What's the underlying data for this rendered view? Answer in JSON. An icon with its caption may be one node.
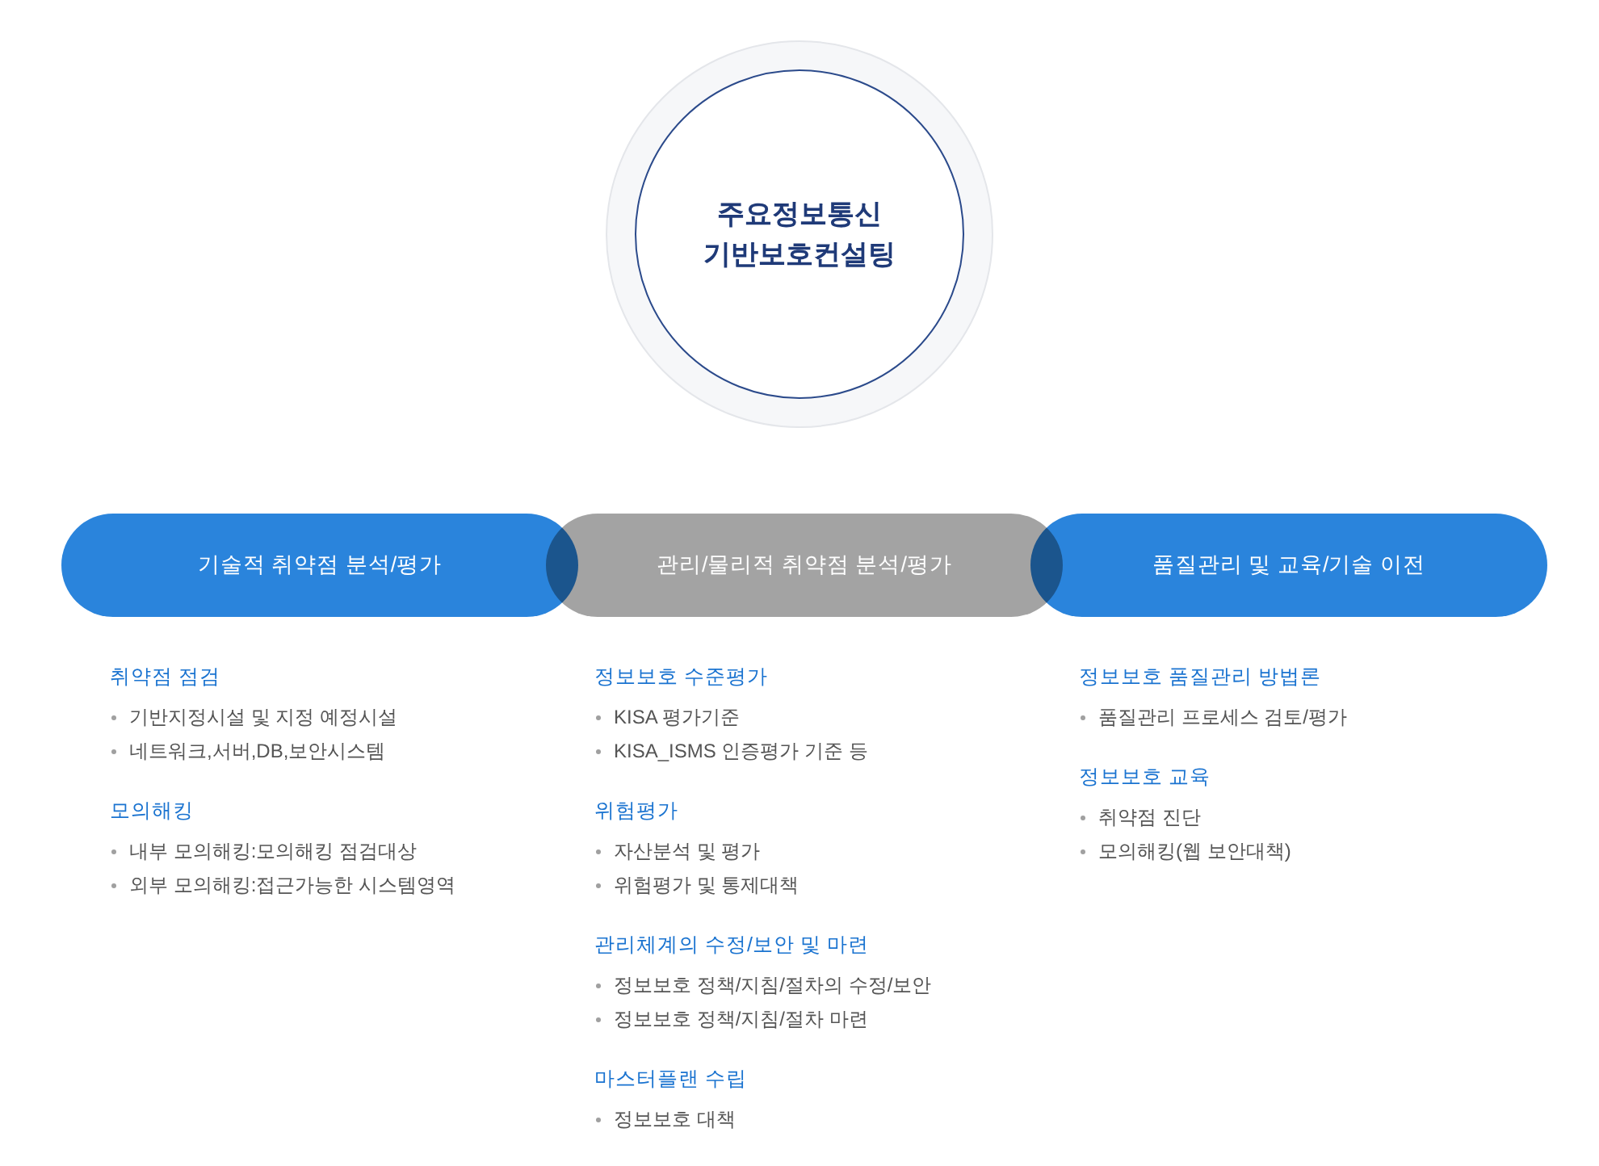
{
  "diagram": {
    "nodes": [
      {
        "text": [
          "주요정보통신 기반보호컨설팅"
        ]
      },
      {
        "text": [
          "기술적 취약점 분석/평가"
        ],
        "beside": [
          "취약점 점검",
          "기반지정시설 및 지정 예정시설",
          "네트워크,서버,DB,보안시스템",
          "모의해킹",
          "내부 모의해킹:모의해킹 점검대상",
          "외부 모의해킹:접근가능한 시스템영역"
        ]
      },
      {
        "text": [
          "관리/물리적 취약점 분석/평가"
        ],
        "beside": [
          "정보보호 수준평가",
          "KISA 평가기준",
          "KISA_ISMS 인증평가 기준 등",
          "위험평가",
          "자산분석 및 평가",
          "위험평가 및 통제대책",
          "관리체계의 수정/보안 및 마련",
          "정보보호 정책/지침/절차의 수정/보안",
          "정보보호 정책/지침/절차 마련",
          "마스터플랜 수립",
          "정보보호 대책"
        ]
      },
      {
        "text": [
          "품질관리 및 교육/기술 이전"
        ],
        "beside": [
          "정보보호 품질관리 방법론",
          "품질관리 프로세스 검토/평가",
          "정보보호 교육",
          "취약점 진단",
          "모의해킹(웹 보안대책)"
        ]
      }
    ]
  }
}
